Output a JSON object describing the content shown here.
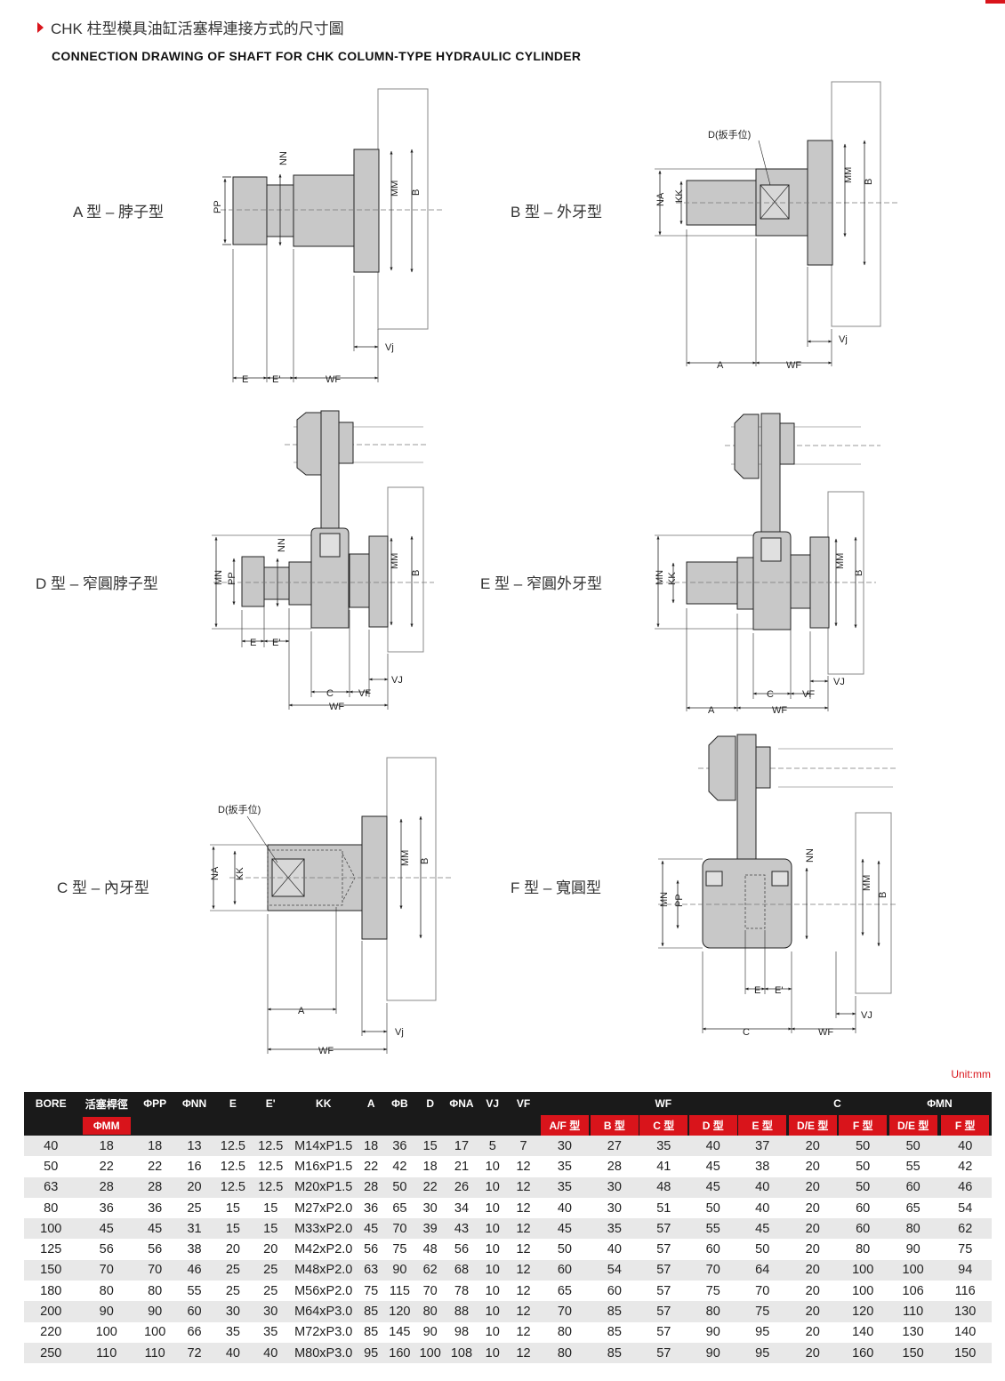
{
  "header": {
    "title_zh": "CHK 柱型模具油缸活塞桿連接方式的尺寸圖",
    "title_en": "CONNECTION DRAWING OF SHAFT FOR CHK COLUMN-TYPE HYDRAULIC CYLINDER"
  },
  "types": {
    "a": "A 型 – 脖子型",
    "b": "B 型 – 外牙型",
    "c": "C 型 – 內牙型",
    "d": "D 型 – 窄圓脖子型",
    "e": "E 型 – 窄圓外牙型",
    "f": "F 型 – 寬圓型"
  },
  "dims": {
    "NN": "NN",
    "PP": "PP",
    "MM": "MM",
    "B": "B",
    "E": "E",
    "E2": "E'",
    "WF": "WF",
    "Vj": "Vj",
    "VJ": "VJ",
    "VF": "VF",
    "NA": "NA",
    "KK": "KK",
    "A": "A",
    "C": "C",
    "MN": "MN",
    "D_wrench": "D(扳手位)"
  },
  "unit": "Unit:mm",
  "table": {
    "headers": {
      "bore": "BORE",
      "rod": "活塞桿徑",
      "pp": "ΦPP",
      "nn": "ΦNN",
      "e": "E",
      "e2": "E'",
      "kk": "KK",
      "a": "A",
      "b": "ΦB",
      "d": "D",
      "na": "ΦNA",
      "vj": "VJ",
      "vf": "VF",
      "wf": "WF",
      "c": "C",
      "mn": "ΦMN"
    },
    "sub": {
      "rod": "ΦMM",
      "wf": [
        "A/F 型",
        "B 型",
        "C 型",
        "D 型",
        "E 型"
      ],
      "c": [
        "D/E 型",
        "F 型"
      ],
      "mn": [
        "D/E 型",
        "F 型"
      ]
    },
    "rows": [
      [
        "40",
        "18",
        "18",
        "13",
        "12.5",
        "12.5",
        "M14xP1.5",
        "18",
        "36",
        "15",
        "17",
        "5",
        "7",
        "30",
        "27",
        "35",
        "40",
        "37",
        "20",
        "50",
        "50",
        "40"
      ],
      [
        "50",
        "22",
        "22",
        "16",
        "12.5",
        "12.5",
        "M16xP1.5",
        "22",
        "42",
        "18",
        "21",
        "10",
        "12",
        "35",
        "28",
        "41",
        "45",
        "38",
        "20",
        "50",
        "55",
        "42"
      ],
      [
        "63",
        "28",
        "28",
        "20",
        "12.5",
        "12.5",
        "M20xP1.5",
        "28",
        "50",
        "22",
        "26",
        "10",
        "12",
        "35",
        "30",
        "48",
        "45",
        "40",
        "20",
        "50",
        "60",
        "46"
      ],
      [
        "80",
        "36",
        "36",
        "25",
        "15",
        "15",
        "M27xP2.0",
        "36",
        "65",
        "30",
        "34",
        "10",
        "12",
        "40",
        "30",
        "51",
        "50",
        "40",
        "20",
        "60",
        "65",
        "54"
      ],
      [
        "100",
        "45",
        "45",
        "31",
        "15",
        "15",
        "M33xP2.0",
        "45",
        "70",
        "39",
        "43",
        "10",
        "12",
        "45",
        "35",
        "57",
        "55",
        "45",
        "20",
        "60",
        "80",
        "62"
      ],
      [
        "125",
        "56",
        "56",
        "38",
        "20",
        "20",
        "M42xP2.0",
        "56",
        "75",
        "48",
        "56",
        "10",
        "12",
        "50",
        "40",
        "57",
        "60",
        "50",
        "20",
        "80",
        "90",
        "75"
      ],
      [
        "150",
        "70",
        "70",
        "46",
        "25",
        "25",
        "M48xP2.0",
        "63",
        "90",
        "62",
        "68",
        "10",
        "12",
        "60",
        "54",
        "57",
        "70",
        "64",
        "20",
        "100",
        "100",
        "94"
      ],
      [
        "180",
        "80",
        "80",
        "55",
        "25",
        "25",
        "M56xP2.0",
        "75",
        "115",
        "70",
        "78",
        "10",
        "12",
        "65",
        "60",
        "57",
        "75",
        "70",
        "20",
        "100",
        "106",
        "116"
      ],
      [
        "200",
        "90",
        "90",
        "60",
        "30",
        "30",
        "M64xP3.0",
        "85",
        "120",
        "80",
        "88",
        "10",
        "12",
        "70",
        "85",
        "57",
        "80",
        "75",
        "20",
        "120",
        "110",
        "130"
      ],
      [
        "220",
        "100",
        "100",
        "66",
        "35",
        "35",
        "M72xP3.0",
        "85",
        "145",
        "90",
        "98",
        "10",
        "12",
        "80",
        "85",
        "57",
        "90",
        "95",
        "20",
        "140",
        "130",
        "140"
      ],
      [
        "250",
        "110",
        "110",
        "72",
        "40",
        "40",
        "M80xP3.0",
        "95",
        "160",
        "100",
        "108",
        "10",
        "12",
        "80",
        "85",
        "57",
        "90",
        "95",
        "20",
        "160",
        "150",
        "150"
      ]
    ]
  }
}
